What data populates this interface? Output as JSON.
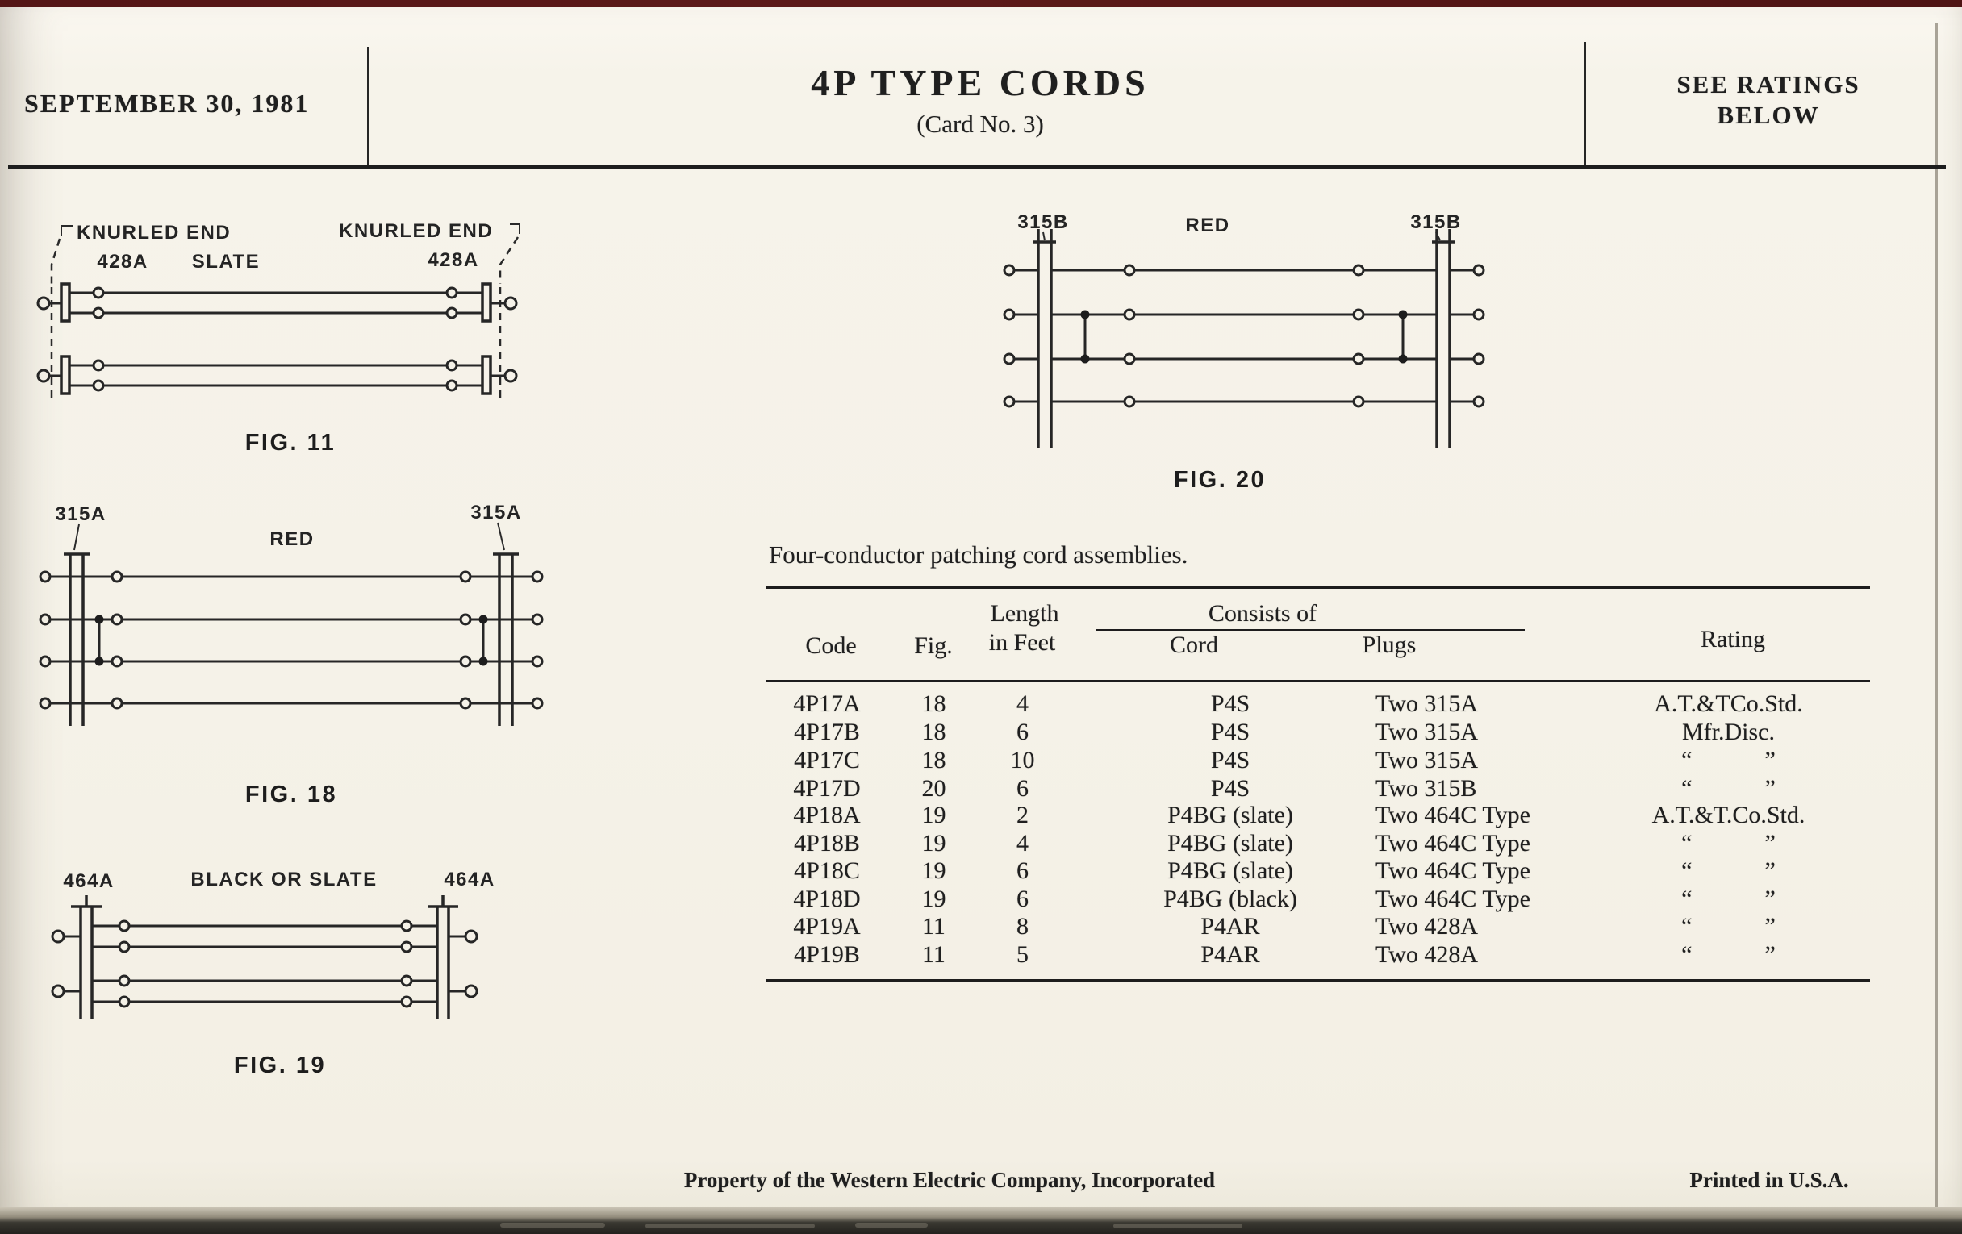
{
  "header": {
    "date": "SEPTEMBER 30, 1981",
    "title": "4P TYPE CORDS",
    "subtitle": "(Card No. 3)",
    "ratings_line1": "SEE RATINGS",
    "ratings_line2": "BELOW"
  },
  "figures": {
    "fig11": {
      "caption": "FIG. 11",
      "knurled_left": "KNURLED END",
      "knurled_right": "KNURLED END",
      "plug_left": "428A",
      "plug_right": "428A",
      "cord": "SLATE"
    },
    "fig18": {
      "caption": "FIG. 18",
      "plug_left": "315A",
      "plug_right": "315A",
      "cord": "RED"
    },
    "fig19": {
      "caption": "FIG. 19",
      "plug_left": "464A",
      "plug_right": "464A",
      "cord": "BLACK OR SLATE"
    },
    "fig20": {
      "caption": "FIG. 20",
      "plug_left": "315B",
      "plug_right": "315B",
      "cord": "RED"
    }
  },
  "table": {
    "intro": "Four-conductor patching cord assemblies.",
    "headers": {
      "code": "Code",
      "fig": "Fig.",
      "length1": "Length",
      "length2": "in Feet",
      "consists": "Consists of",
      "cord": "Cord",
      "plugs": "Plugs",
      "rating": "Rating"
    },
    "rows": [
      {
        "code": "4P17A",
        "fig": "18",
        "length": "4",
        "cord": "P4S",
        "plugs": "Two 315A",
        "rating": "A.T.&TCo.Std."
      },
      {
        "code": "4P17B",
        "fig": "18",
        "length": "6",
        "cord": "P4S",
        "plugs": "Two 315A",
        "rating": "Mfr.Disc."
      },
      {
        "code": "4P17C",
        "fig": "18",
        "length": "10",
        "cord": "P4S",
        "plugs": "Two 315A",
        "rating": "“            ”"
      },
      {
        "code": "4P17D",
        "fig": "20",
        "length": "6",
        "cord": "P4S",
        "plugs": "Two 315B",
        "rating": "“            ”"
      },
      {
        "code": "4P18A",
        "fig": "19",
        "length": "2",
        "cord": "P4BG (slate)",
        "plugs": "Two 464C Type",
        "rating": "A.T.&T.Co.Std."
      },
      {
        "code": "4P18B",
        "fig": "19",
        "length": "4",
        "cord": "P4BG (slate)",
        "plugs": "Two 464C Type",
        "rating": "“            ”"
      },
      {
        "code": "4P18C",
        "fig": "19",
        "length": "6",
        "cord": "P4BG (slate)",
        "plugs": "Two 464C Type",
        "rating": "“            ”"
      },
      {
        "code": "4P18D",
        "fig": "19",
        "length": "6",
        "cord": "P4BG (black)",
        "plugs": "Two 464C Type",
        "rating": "“            ”"
      },
      {
        "code": "4P19A",
        "fig": "11",
        "length": "8",
        "cord": "P4AR",
        "plugs": "Two 428A",
        "rating": "“            ”"
      },
      {
        "code": "4P19B",
        "fig": "11",
        "length": "5",
        "cord": "P4AR",
        "plugs": "Two 428A",
        "rating": "“            ”"
      }
    ]
  },
  "footer": {
    "property": "Property of the Western Electric Company, Incorporated",
    "printed": "Printed in U.S.A."
  },
  "colors": {
    "paper": "#f5f2e8",
    "ink": "#1f1f1f",
    "scan_top_strip": "#561717",
    "scan_bottom_strip": "#23221e"
  }
}
